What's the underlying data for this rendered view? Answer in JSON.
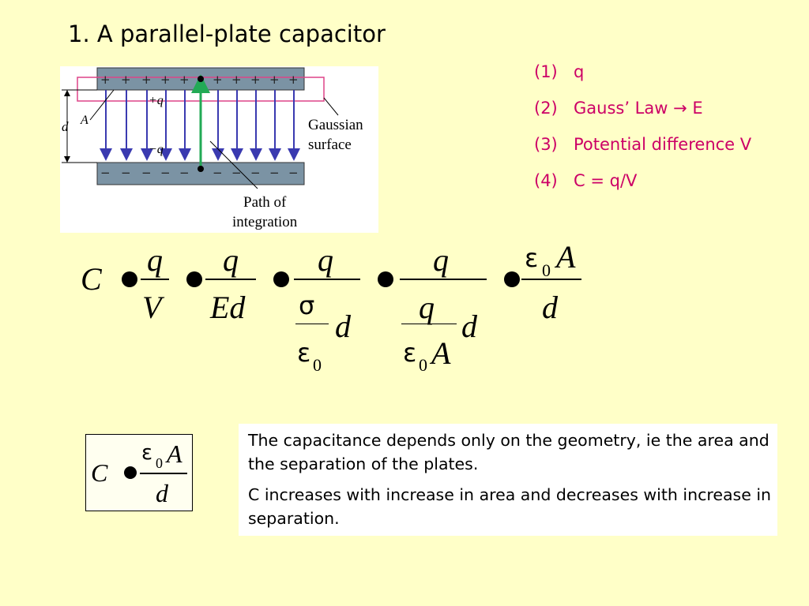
{
  "title": "1. A parallel-plate capacitor",
  "steps": [
    {
      "num": "(1)",
      "text": "q"
    },
    {
      "num": "(2)",
      "text": "Gauss’ Law → E"
    },
    {
      "num": "(3)",
      "text": "Potential difference V"
    },
    {
      "num": "(4)",
      "text": "C = q/V"
    }
  ],
  "figure": {
    "plus_q": "+q",
    "minus_q": "−q",
    "area_label": "A",
    "distance_label": "d",
    "gaussian_line1": "Gaussian",
    "gaussian_line2": "surface",
    "path_line1": "Path of",
    "path_line2": "integration",
    "plus_sign": "+",
    "minus_sign": "−"
  },
  "equation": {
    "C": "C",
    "q": "q",
    "V": "V",
    "Ed": "Ed",
    "d": "d",
    "A": "A",
    "sigma": "σ",
    "eps": "ε",
    "zero": "0"
  },
  "result": {
    "C": "C",
    "eps": "ε",
    "zero": "0",
    "A": "A",
    "d": "d"
  },
  "notes": [
    "The capacitance depends only on the geometry, ie the area and the separation of the plates.",
    "C increases with increase in area and decreases with increase in separation."
  ],
  "colors": {
    "background": "#ffffc8",
    "steps": "#cc0066",
    "plate": "#7b93a4",
    "field": "#3a3ab0",
    "path": "#22aa55",
    "gaussian": "#dd4488"
  }
}
